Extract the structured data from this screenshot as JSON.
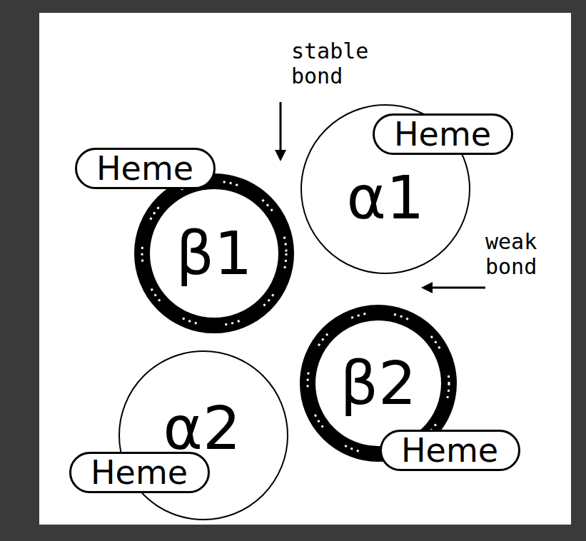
{
  "diagram": {
    "nodes": [
      {
        "text": [
          "β1"
        ]
      },
      {
        "text": [
          "Heme"
        ]
      },
      {
        "text": [
          "α1"
        ]
      },
      {
        "text": [
          "Heme"
        ]
      },
      {
        "text": [
          "α2"
        ]
      },
      {
        "text": [
          "Heme"
        ]
      },
      {
        "text": [
          "β2"
        ]
      },
      {
        "text": [
          "Heme"
        ]
      }
    ],
    "labels": [
      "stable bond",
      "weak bond"
    ]
  }
}
